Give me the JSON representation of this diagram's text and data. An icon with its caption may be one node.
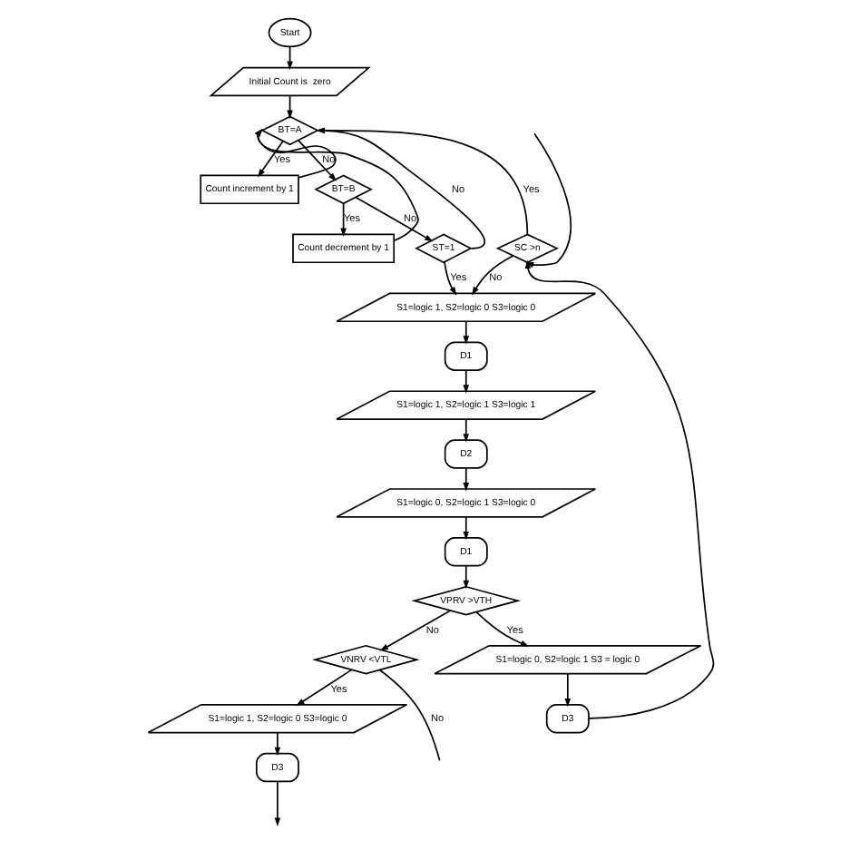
{
  "diagram": {
    "nodes": [
      {
        "text": [
          "Start"
        ]
      },
      {
        "text": [
          "Initial Count is  zero"
        ]
      },
      {
        "text": [
          "BT=A"
        ]
      },
      {
        "text": [
          "Count increment by 1"
        ]
      },
      {
        "text": [
          "BT=B"
        ]
      },
      {
        "text": [
          "Count decrement by 1"
        ]
      },
      {
        "text": [
          "ST=1"
        ]
      },
      {
        "text": [
          "SC >n"
        ]
      },
      {
        "text": [
          "S1=logic 1, S2=logic 0 S3=logic 0"
        ]
      },
      {
        "text": [
          "D1"
        ]
      },
      {
        "text": [
          "S1=logic 1, S2=logic 1 S3=logic 1"
        ]
      },
      {
        "text": [
          "D2"
        ]
      },
      {
        "text": [
          "S1=logic 0, S2=logic 1 S3=logic 0"
        ]
      },
      {
        "text": [
          "D1"
        ]
      },
      {
        "text": [
          "VPRV >VTH"
        ]
      },
      {
        "text": [
          "VNRV <VTL"
        ]
      },
      {
        "text": [
          "S1=logic 1, S2=logic 0 S3=logic 0"
        ]
      },
      {
        "text": [
          "D3"
        ]
      },
      {
        "text": [
          "S1=logic 0, S2=logic 1 S3 = logic 0"
        ]
      },
      {
        "text": [
          "D3"
        ]
      }
    ],
    "edges": [
      {
        "from": 0,
        "to": 1,
        "arrow": "to"
      },
      {
        "from": 1,
        "to": 2,
        "arrow": "to"
      },
      {
        "from": 2,
        "to": 3,
        "label": "Yes",
        "arrow": "to"
      },
      {
        "from": 2,
        "to": 4,
        "label": "No",
        "arrow": "to"
      },
      {
        "from": 3,
        "to": 2,
        "arrow": "to"
      },
      {
        "from": 4,
        "to": 5,
        "label": "Yes",
        "arrow": "to"
      },
      {
        "from": 4,
        "to": 6,
        "label": "No",
        "arrow": "to"
      },
      {
        "from": 5,
        "to": 2,
        "arrow": "to"
      },
      {
        "from": 6,
        "to": 2,
        "label": "No",
        "arrow": "to"
      },
      {
        "from": 6,
        "to": 8,
        "label": "Yes",
        "arrow": "to"
      },
      {
        "from": 7,
        "to": 2,
        "label": "Yes",
        "arrow": "to"
      },
      {
        "from": 7,
        "to": 8,
        "label": "No",
        "arrow": "to"
      },
      {
        "from": 8,
        "to": 9,
        "arrow": "to"
      },
      {
        "from": 9,
        "to": 10,
        "arrow": "to"
      },
      {
        "from": 10,
        "to": 11,
        "arrow": "to"
      },
      {
        "from": 11,
        "to": 12,
        "arrow": "to"
      },
      {
        "from": 12,
        "to": 13,
        "arrow": "to"
      },
      {
        "from": 13,
        "to": 14,
        "arrow": "to"
      },
      {
        "from": 14,
        "to": 15,
        "label": "No",
        "arrow": "to"
      },
      {
        "from": 14,
        "to": 18,
        "label": "Yes",
        "arrow": "to"
      },
      {
        "from": 15,
        "to": 16,
        "label": "Yes",
        "arrow": "to"
      },
      {
        "from": 15,
        "to": null,
        "label": "No",
        "arrow": "none"
      },
      {
        "from": 16,
        "to": 17,
        "arrow": "to"
      },
      {
        "from": 17,
        "to": null,
        "arrow": "to"
      },
      {
        "from": 18,
        "to": 19,
        "arrow": "to"
      },
      {
        "from": 19,
        "to": 7,
        "arrow": "to"
      },
      {
        "from": null,
        "to": 7,
        "arrow": "to"
      }
    ]
  }
}
